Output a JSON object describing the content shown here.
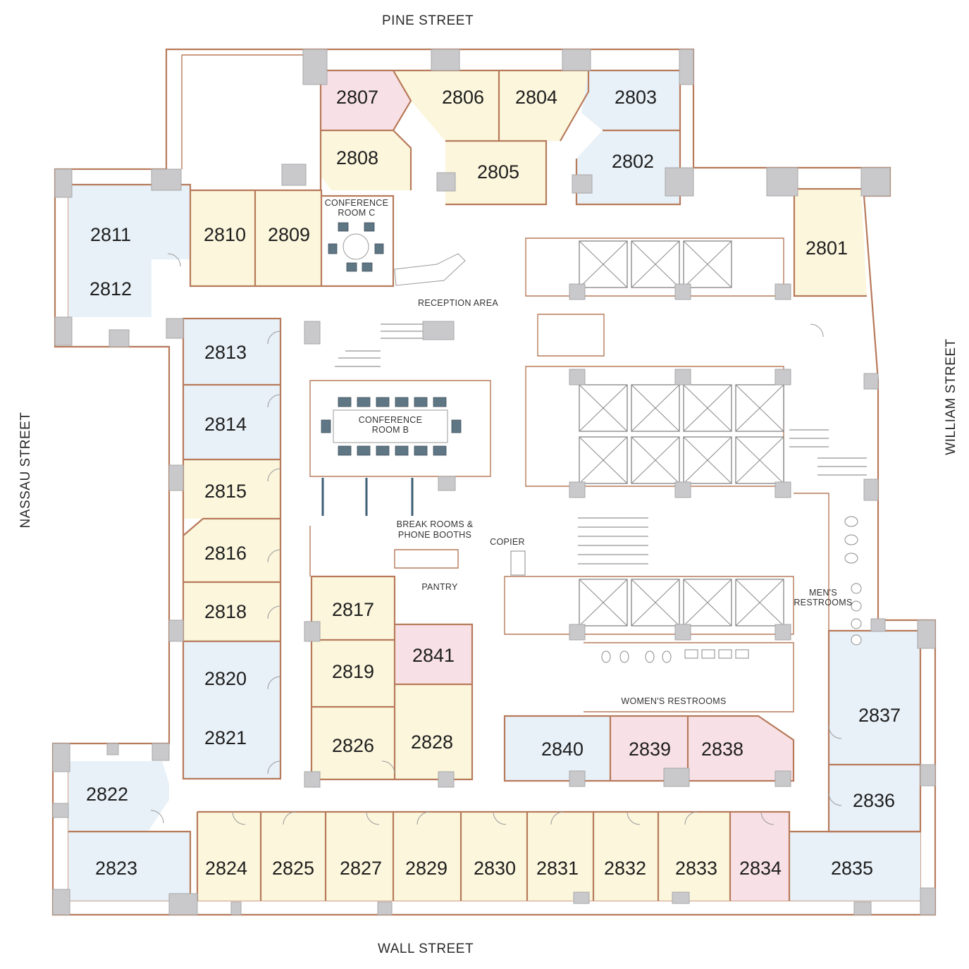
{
  "streets": {
    "north": "PINE STREET",
    "south": "WALL STREET",
    "west": "NASSAU STREET",
    "east": "WILLIAM STREET"
  },
  "areas": {
    "conference_c_line1": "CONFERENCE",
    "conference_c_line2": "ROOM C",
    "conference_b_line1": "CONFERENCE",
    "conference_b_line2": "ROOM B",
    "reception": "RECEPTION AREA",
    "break_line1": "BREAK ROOMS &",
    "break_line2": "PHONE BOOTHS",
    "copier": "COPIER",
    "pantry": "PANTRY",
    "mens_line1": "MEN'S",
    "mens_line2": "RESTROOMS",
    "womens": "WOMEN'S RESTROOMS"
  },
  "colors": {
    "blue": "#e8f1f8",
    "yellow": "#fbf6dc",
    "pink": "#f8e1e6",
    "wall": "#b77a5a",
    "pillar": "#c9c9cb"
  },
  "rooms": [
    {
      "number": "2807",
      "color": "pink"
    },
    {
      "number": "2806",
      "color": "yellow"
    },
    {
      "number": "2804",
      "color": "yellow"
    },
    {
      "number": "2803",
      "color": "blue"
    },
    {
      "number": "2808",
      "color": "yellow"
    },
    {
      "number": "2805",
      "color": "yellow"
    },
    {
      "number": "2802",
      "color": "blue"
    },
    {
      "number": "2811",
      "color": "blue"
    },
    {
      "number": "2812",
      "color": "blue"
    },
    {
      "number": "2810",
      "color": "yellow"
    },
    {
      "number": "2809",
      "color": "yellow"
    },
    {
      "number": "2801",
      "color": "yellow"
    },
    {
      "number": "2813",
      "color": "blue"
    },
    {
      "number": "2814",
      "color": "blue"
    },
    {
      "number": "2815",
      "color": "yellow"
    },
    {
      "number": "2816",
      "color": "yellow"
    },
    {
      "number": "2818",
      "color": "yellow"
    },
    {
      "number": "2820",
      "color": "blue"
    },
    {
      "number": "2821",
      "color": "blue"
    },
    {
      "number": "2817",
      "color": "yellow"
    },
    {
      "number": "2819",
      "color": "yellow"
    },
    {
      "number": "2841",
      "color": "pink"
    },
    {
      "number": "2826",
      "color": "yellow"
    },
    {
      "number": "2828",
      "color": "yellow"
    },
    {
      "number": "2837",
      "color": "blue"
    },
    {
      "number": "2836",
      "color": "blue"
    },
    {
      "number": "2840",
      "color": "blue"
    },
    {
      "number": "2839",
      "color": "pink"
    },
    {
      "number": "2838",
      "color": "pink"
    },
    {
      "number": "2822",
      "color": "blue"
    },
    {
      "number": "2823",
      "color": "blue"
    },
    {
      "number": "2824",
      "color": "yellow"
    },
    {
      "number": "2825",
      "color": "yellow"
    },
    {
      "number": "2827",
      "color": "yellow"
    },
    {
      "number": "2829",
      "color": "yellow"
    },
    {
      "number": "2830",
      "color": "yellow"
    },
    {
      "number": "2831",
      "color": "yellow"
    },
    {
      "number": "2832",
      "color": "yellow"
    },
    {
      "number": "2833",
      "color": "yellow"
    },
    {
      "number": "2834",
      "color": "pink"
    },
    {
      "number": "2835",
      "color": "blue"
    }
  ]
}
